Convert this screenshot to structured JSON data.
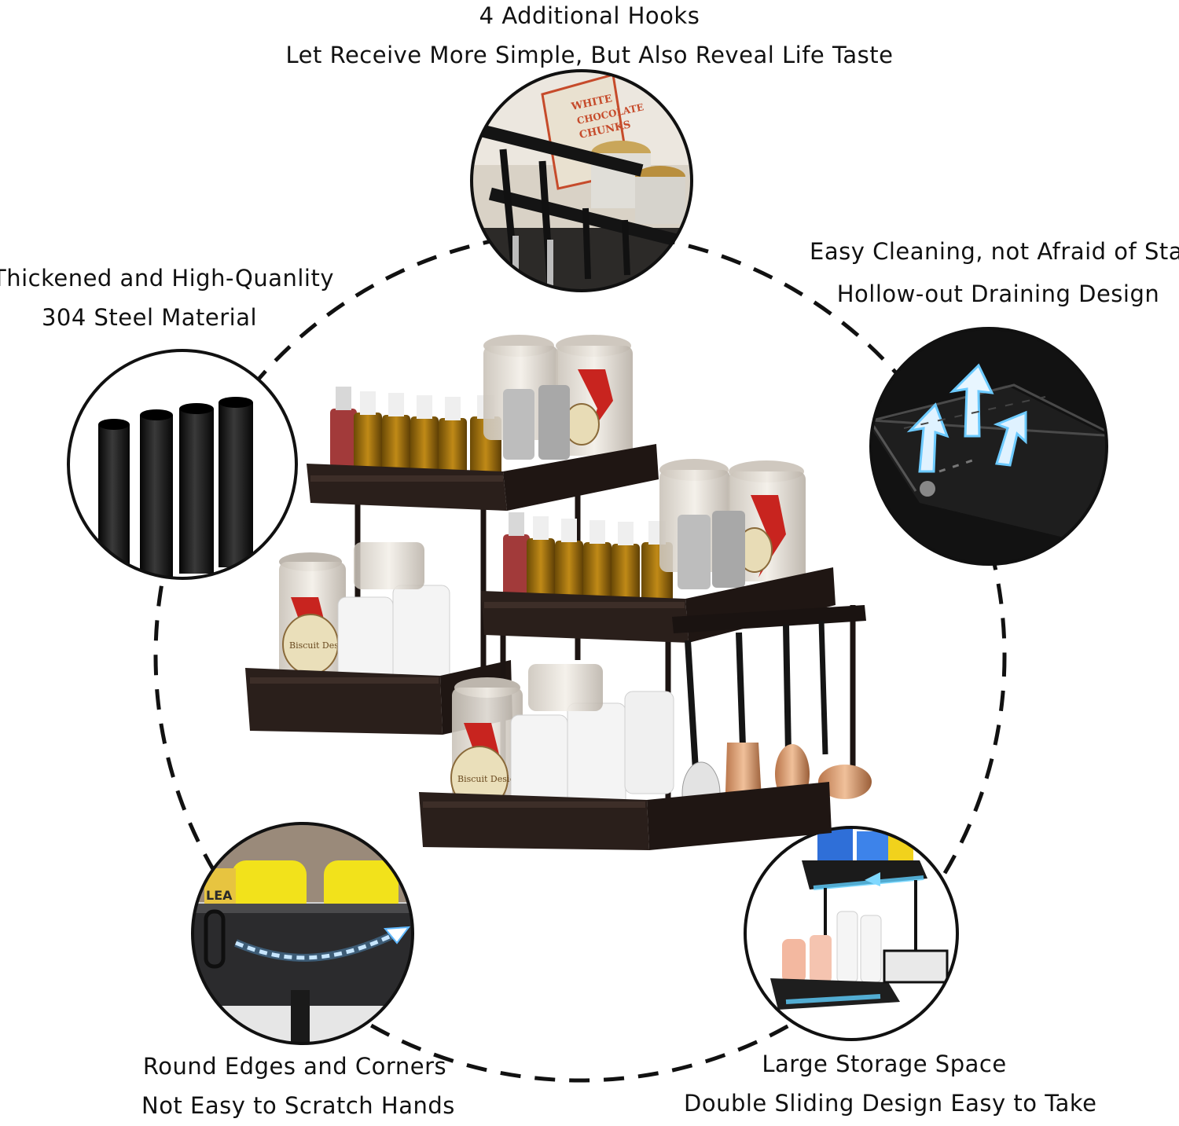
{
  "captions": {
    "top": {
      "line1": "4 Additional Hooks",
      "line2": "Let Receive More Simple, But Also Reveal Life Taste"
    },
    "left": {
      "line1": "Thickened and High-Quanlity",
      "line2": "304 Steel Material"
    },
    "right": {
      "line1": "Easy Cleaning, not Afraid of Stains",
      "line2": "Hollow-out Draining Design"
    },
    "bottom_left": {
      "line1": "Round Edges and Corners",
      "line2": "Not Easy to Scratch Hands"
    },
    "bottom_right": {
      "line1": "Large Storage Space",
      "line2": "Double Sliding Design Easy to Take"
    }
  },
  "product_labels": {
    "box_top": "WHITE",
    "box_mid": "CHOCOLATE",
    "box_bottom": "CHUNKS",
    "jar_label": "Biscuit Design",
    "bottle_label": "LEA"
  },
  "colors": {
    "frame": "#141414",
    "dashed_ring": "#111111",
    "shelf": "#2a1f1b",
    "accent_arrow": "#4fb3ff"
  },
  "icons": [
    "steel-tubes-icon",
    "drain-arrows-icon",
    "slide-arrow-icon",
    "hooks-closeup-icon",
    "sliding-drawer-icon"
  ]
}
